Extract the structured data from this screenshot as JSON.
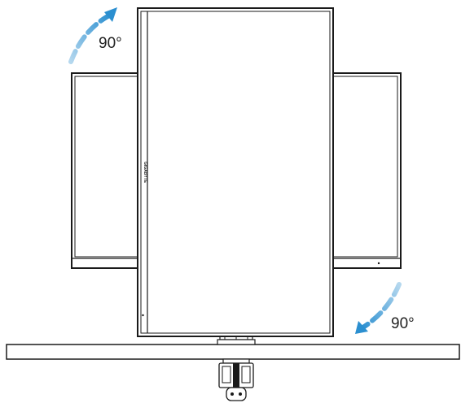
{
  "diagram": {
    "rotation_top_label": "90°",
    "rotation_bottom_label": "90°",
    "brand_mark": "GIGABYTE",
    "colors": {
      "arrow": "#2b8fd0",
      "outline": "#1a1a1a",
      "background": "#ffffff"
    },
    "icons": {
      "top_arrow": "rotate-clockwise-arrow-icon",
      "bottom_arrow": "rotate-clockwise-arrow-icon"
    }
  }
}
